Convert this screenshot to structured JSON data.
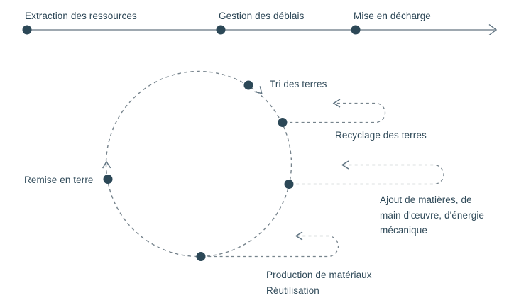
{
  "page": {
    "background": "#ffffff",
    "type": "process-diagram"
  },
  "linear_process": {
    "steps": [
      {
        "label": "Extraction des ressources"
      },
      {
        "label": "Gestion des déblais"
      },
      {
        "label": "Mise en décharge"
      }
    ]
  },
  "circular_process": {
    "direction": "clockwise",
    "stations": [
      {
        "id": "tri",
        "label": "Tri des terres"
      },
      {
        "id": "recyclage",
        "label": "Recyclage des terres"
      },
      {
        "id": "ajout",
        "label": "Ajout de matières, de\nmain d'œuvre, d'énergie\nmécanique"
      },
      {
        "id": "production",
        "label": "Production de matériaux\nRéutilisation"
      },
      {
        "id": "remise",
        "label": "Remise en terre"
      }
    ]
  },
  "icons": {
    "timeline_arrow": "arrow-right-chevron",
    "loop_arrow": "arrow-left-chevron",
    "flow_arrow": "chevron-along-circle"
  },
  "colors": {
    "text": "#314b5a",
    "node_dot": "#2c4857",
    "timeline_rail": "#9ea8b0",
    "dashed_stroke": "#76838c",
    "arrow_stroke": "#5e7280"
  }
}
